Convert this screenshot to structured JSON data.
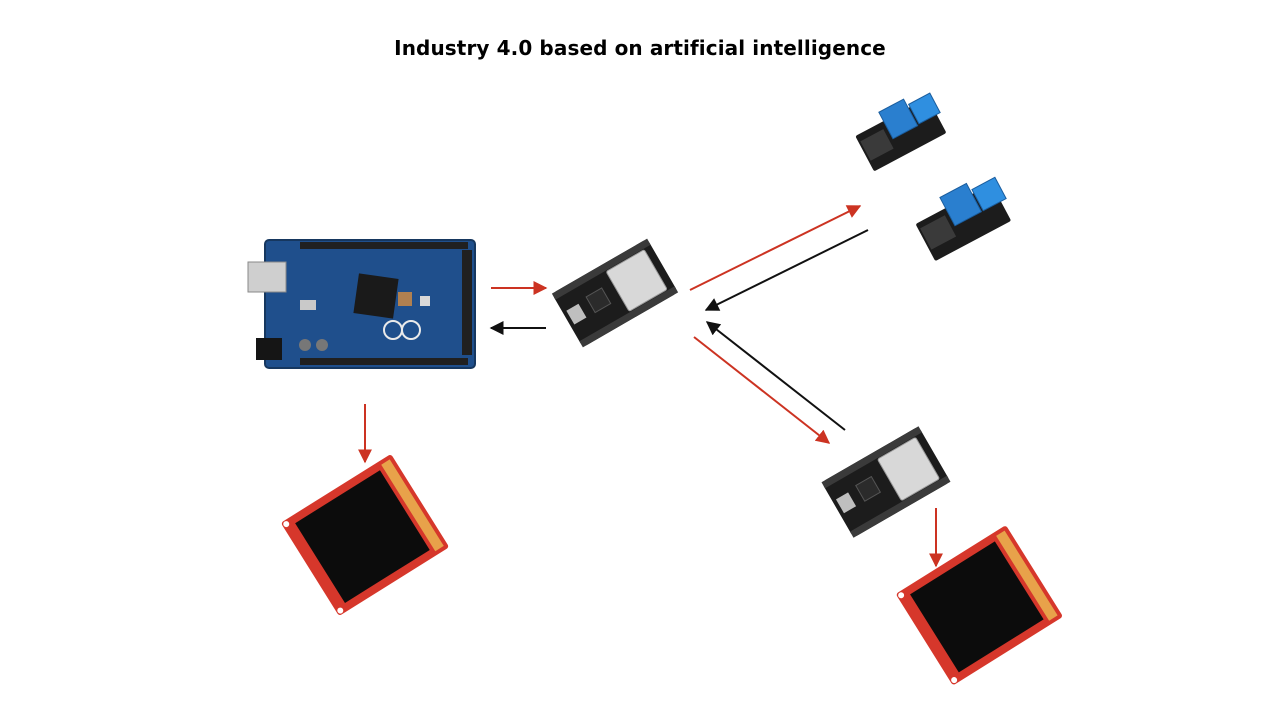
{
  "title": "Industry 4.0 based on artificial intelligence",
  "colors": {
    "background": "#ffffff",
    "arrow_red": "#cc3322",
    "arrow_black": "#111111",
    "arduino_blue": "#1f4f8c",
    "esp_black": "#1c1c1c",
    "esp_shield": "#d8d8d8",
    "tft_red": "#d6372b",
    "tft_screen": "#0c0c0c",
    "relay_blue": "#2a7fcf"
  },
  "nodes": [
    {
      "id": "arduino-mega",
      "icon": "arduino-board-icon"
    },
    {
      "id": "esp32-main",
      "icon": "esp32-board-icon"
    },
    {
      "id": "tft-display-left",
      "icon": "tft-display-icon"
    },
    {
      "id": "relay-module-1",
      "icon": "relay-module-icon"
    },
    {
      "id": "relay-module-2",
      "icon": "relay-module-icon"
    },
    {
      "id": "esp32-remote",
      "icon": "esp32-board-icon"
    },
    {
      "id": "tft-display-right",
      "icon": "tft-display-icon"
    }
  ],
  "edges": [
    {
      "from": "arduino-mega",
      "to": "esp32-main",
      "color": "red"
    },
    {
      "from": "esp32-main",
      "to": "arduino-mega",
      "color": "black"
    },
    {
      "from": "arduino-mega",
      "to": "tft-display-left",
      "color": "red"
    },
    {
      "from": "esp32-main",
      "to": "relay-module-1",
      "color": "red"
    },
    {
      "from": "relay-module-1",
      "to": "esp32-main",
      "color": "black"
    },
    {
      "from": "esp32-main",
      "to": "esp32-remote",
      "color": "red"
    },
    {
      "from": "esp32-remote",
      "to": "esp32-main",
      "color": "black"
    },
    {
      "from": "esp32-remote",
      "to": "tft-display-right",
      "color": "red"
    }
  ]
}
